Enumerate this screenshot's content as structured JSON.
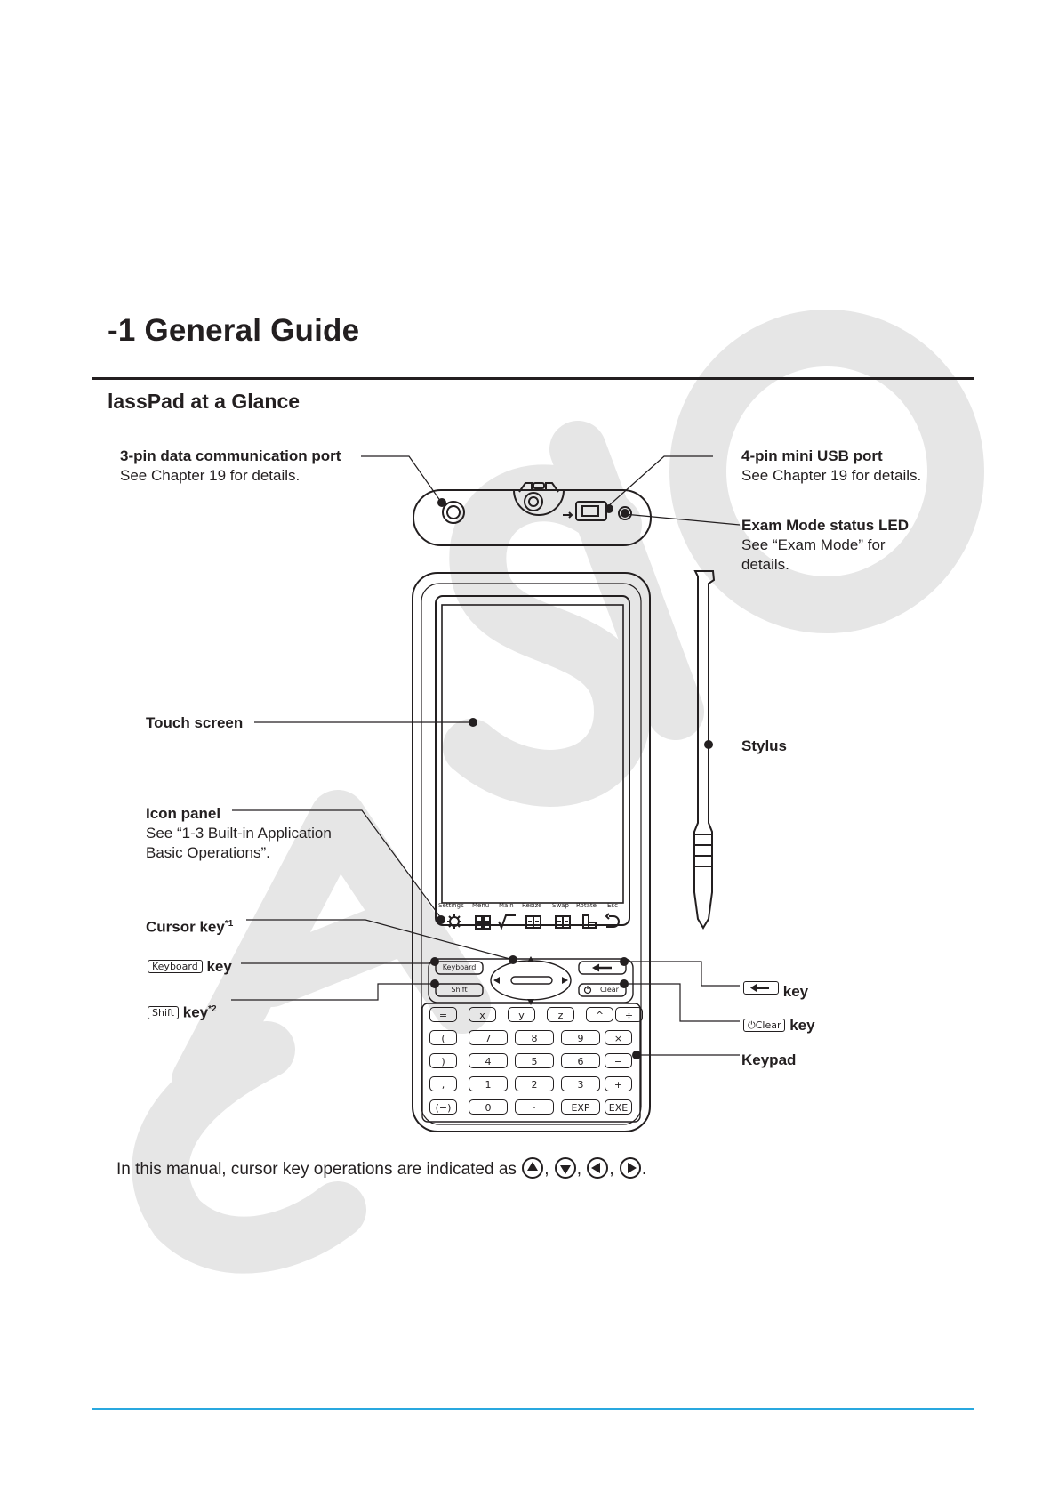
{
  "heading": "-1  General Guide",
  "subheading": "lassPad at a Glance",
  "watermark": "CASIO",
  "labels": {
    "pin3_title": "3-pin data communication port",
    "pin3_desc": "See Chapter 19 for details.",
    "usb_title": "4-pin mini USB port",
    "usb_desc": "See Chapter 19 for details.",
    "led_title": "Exam Mode status LED",
    "led_desc_1": "See “Exam Mode” for",
    "led_desc_2": "details.",
    "touch": "Touch screen",
    "stylus": "Stylus",
    "icon_title": "Icon panel",
    "icon_desc_1": "See “1-3 Built-in Application",
    "icon_desc_2": "Basic Operations”.",
    "cursor": "Cursor key",
    "cursor_note": "*1",
    "keyboard_cap": "Keyboard",
    "keyboard_key": "key",
    "shift_cap": "Shift",
    "shift_key": "key",
    "shift_note": "*2",
    "backspace_key": "key",
    "clear_cap": "Clear",
    "clear_key": "key",
    "keypad": "Keypad"
  },
  "icon_panel": [
    "Settings",
    "Menu",
    "Main",
    "Resize",
    "Swap",
    "Rotate",
    "Esc"
  ],
  "upper_keys": {
    "keyboard": "Keyboard",
    "shift": "Shift",
    "clear": "Clear"
  },
  "keypad_rows": [
    [
      "=",
      "x",
      "y",
      "z",
      "^",
      "÷"
    ],
    [
      "(",
      "7",
      "8",
      "9",
      "×"
    ],
    [
      ")",
      "4",
      "5",
      "6",
      "−"
    ],
    [
      ",",
      "1",
      "2",
      "3",
      "+"
    ],
    [
      "(−)",
      "0",
      "·",
      "EXP",
      "EXE"
    ]
  ],
  "note": {
    "text": "In this manual, cursor key operations are indicated as",
    "sep": ",",
    "end": "."
  },
  "colors": {
    "text": "#231f20",
    "watermark": "#e6e6e6",
    "footer_rule": "#29a8df"
  }
}
